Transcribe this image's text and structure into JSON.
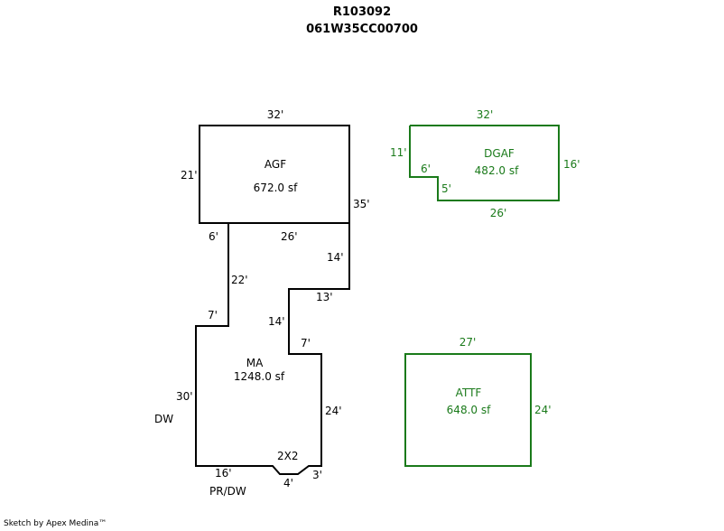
{
  "header": {
    "line1": "R103092",
    "line2": "061W35CC00700"
  },
  "colors": {
    "main": "#000000",
    "secondary": "#1a7a1a"
  },
  "areas": {
    "agf": {
      "name": "AGF",
      "area": "672.0 sf"
    },
    "ma": {
      "name": "MA",
      "area": "1248.0 sf"
    },
    "dgaf": {
      "name": "DGAF",
      "area": "482.0 sf"
    },
    "attf": {
      "name": "ATTF",
      "area": "648.0 sf"
    }
  },
  "dimensions": {
    "agf_top": "32'",
    "agf_left": "21'",
    "agf_right": "35'",
    "agf_bottom_left": "6'",
    "agf_bottom": "26'",
    "ma_inner_22": "22'",
    "ma_right_14": "14'",
    "ma_step_13": "13'",
    "ma_inner_14": "14'",
    "ma_step_7": "7'",
    "ma_top_7": "7'",
    "ma_left_30": "30'",
    "ma_right_24": "24'",
    "ma_bottom_16": "16'",
    "ma_bottom_4": "4'",
    "ma_bottom_3": "3'",
    "dgaf_top": "32'",
    "dgaf_left": "11'",
    "dgaf_notch_6": "6'",
    "dgaf_notch_5": "5'",
    "dgaf_right": "16'",
    "dgaf_bottom": "26'",
    "attf_top": "27'",
    "attf_right": "24'"
  },
  "labels": {
    "dw": "DW",
    "pr_dw": "PR/DW",
    "bump": "2X2"
  },
  "footer": {
    "credit": "Sketch by Apex Medina™"
  }
}
